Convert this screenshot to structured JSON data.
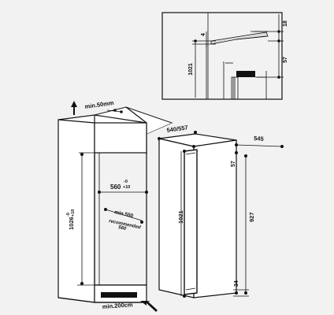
{
  "detail": {
    "dim_height": "1021",
    "dim_top": "18",
    "dim_gap": "4",
    "dim_hinge": "57"
  },
  "niche": {
    "ventilation_top": "min.50mm",
    "height": "1026",
    "height_tol_minus": "-0",
    "height_tol_plus": "+10",
    "width": "560",
    "width_tol_minus": "-0",
    "width_tol_plus": "+10",
    "depth_min": "min.550",
    "depth_recommended_label": "recommended",
    "depth_recommended_value": "560",
    "ventilation_bottom": "min.200cm"
  },
  "appliance": {
    "width": "540/557",
    "depth": "545",
    "height": "1021",
    "door_height": "927",
    "top_offset": "57",
    "bottom_offset": "34"
  },
  "colors": {
    "background": "#f2f2f2",
    "line": "#111111",
    "niche_fill": "#ffffff"
  }
}
